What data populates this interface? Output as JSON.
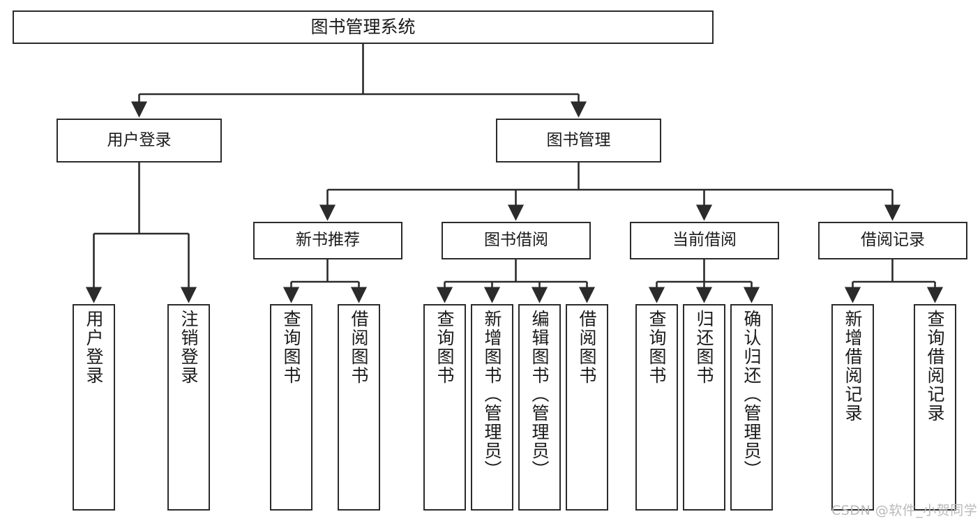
{
  "diagram": {
    "title": "图书管理系统",
    "root": {
      "label": "图书管理系统"
    },
    "level2": [
      {
        "label": "用户登录"
      },
      {
        "label": "图书管理"
      }
    ],
    "level3": [
      {
        "label": "新书推荐"
      },
      {
        "label": "图书借阅"
      },
      {
        "label": "当前借阅"
      },
      {
        "label": "借阅记录"
      }
    ],
    "leaves": [
      {
        "label": "用户登录"
      },
      {
        "label": "注销登录"
      },
      {
        "label": "查询图书"
      },
      {
        "label": "借阅图书"
      },
      {
        "label": "查询图书"
      },
      {
        "label": "新增图书（管理员）"
      },
      {
        "label": "编辑图书（管理员）"
      },
      {
        "label": "借阅图书"
      },
      {
        "label": "查询图书"
      },
      {
        "label": "归还图书"
      },
      {
        "label": "确认归还（管理员）"
      },
      {
        "label": "新增借阅记录"
      },
      {
        "label": "查询借阅记录"
      }
    ],
    "colors": {
      "stroke": "#2b2b2b",
      "fill": "#ffffff",
      "text": "#1a1a1a",
      "watermark": "#b9b9b9"
    }
  },
  "watermark": {
    "text": "CSDN @软件_小贺同学"
  }
}
